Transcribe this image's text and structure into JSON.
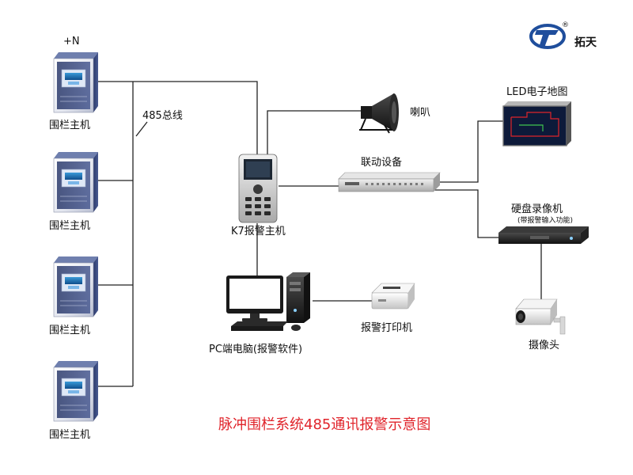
{
  "diagram": {
    "title": "脉冲围栏系统485通讯报警示意图",
    "brand": {
      "name": "拓天",
      "registered_mark": "®"
    },
    "power_label": "+N",
    "bus_label": "485总线",
    "fence_hosts": [
      {
        "label": "围栏主机"
      },
      {
        "label": "围栏主机"
      },
      {
        "label": "围栏主机"
      },
      {
        "label": "围栏主机"
      }
    ],
    "alarm_host": {
      "label": "K7报警主机"
    },
    "speaker": {
      "label": "喇叭"
    },
    "linkage_device": {
      "label": "联动设备"
    },
    "led_map": {
      "label": "LED电子地图"
    },
    "dvr": {
      "label": "硬盘录像机",
      "sublabel": "(带报警输入功能)"
    },
    "camera": {
      "label": "摄像头"
    },
    "pc": {
      "label": "PC端电脑(报警软件)"
    },
    "printer": {
      "label": "报警打印机"
    },
    "colors": {
      "title_red": "#e0242b",
      "brand_blue": "#1f4e9c",
      "panel_blue": "#3d4f86",
      "line": "#222222"
    }
  }
}
